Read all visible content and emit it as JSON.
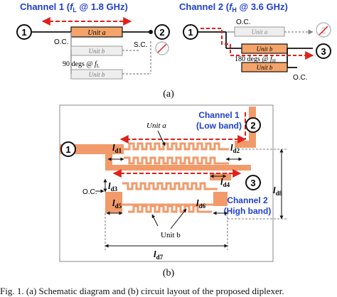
{
  "panel_a": {
    "ch1": {
      "prefix": "Channel 1 (",
      "f_sym": "f",
      "f_sub": "L",
      "suffix": " @ 1.8 GHz)",
      "port_in": "1",
      "port_out": "2",
      "unit_a": "Unit a",
      "unit_b_top": "Unit b",
      "unit_b_bottom": "Unit b",
      "oc": "O.C.",
      "sc": "S.C.",
      "phase": "90 degs @ ",
      "phase_f": "f",
      "phase_sub": "L"
    },
    "ch2": {
      "prefix": "Channel 2 (",
      "f_sym": "f",
      "f_sub": "H",
      "suffix": " @ 3.6 GHz)",
      "port_in": "1",
      "port_out_dim": "2",
      "port_out": "3",
      "unit_a": "Unit a",
      "unit_b_top": "Unit b",
      "unit_b_bottom": "Unit b",
      "oc_top": "O.C.",
      "oc_bottom": "O.C.",
      "phase": "180 degs @ ",
      "phase_f": "f",
      "phase_sub": "H"
    },
    "label": "(a)"
  },
  "panel_b": {
    "port1": "1",
    "port2": "2",
    "port3": "3",
    "ch1_line1": "Channel 1",
    "ch1_line2": "(Low band)",
    "ch2_line1": "Channel 2",
    "ch2_line2": "(High band)",
    "unit_a": "Unit a",
    "unit_b": "Unit b",
    "oc": "O.C.",
    "dims": {
      "d1": "d1",
      "d2": "d2",
      "d3": "d3",
      "d4": "d4",
      "d5": "d5",
      "d6": "d6",
      "d7": "d7",
      "d8": "d8"
    },
    "dim_symbol": "l",
    "label": "(b)"
  },
  "caption": "Fig. 1.   (a) Schematic diagram and (b) circuit layout of the proposed diplexer."
}
